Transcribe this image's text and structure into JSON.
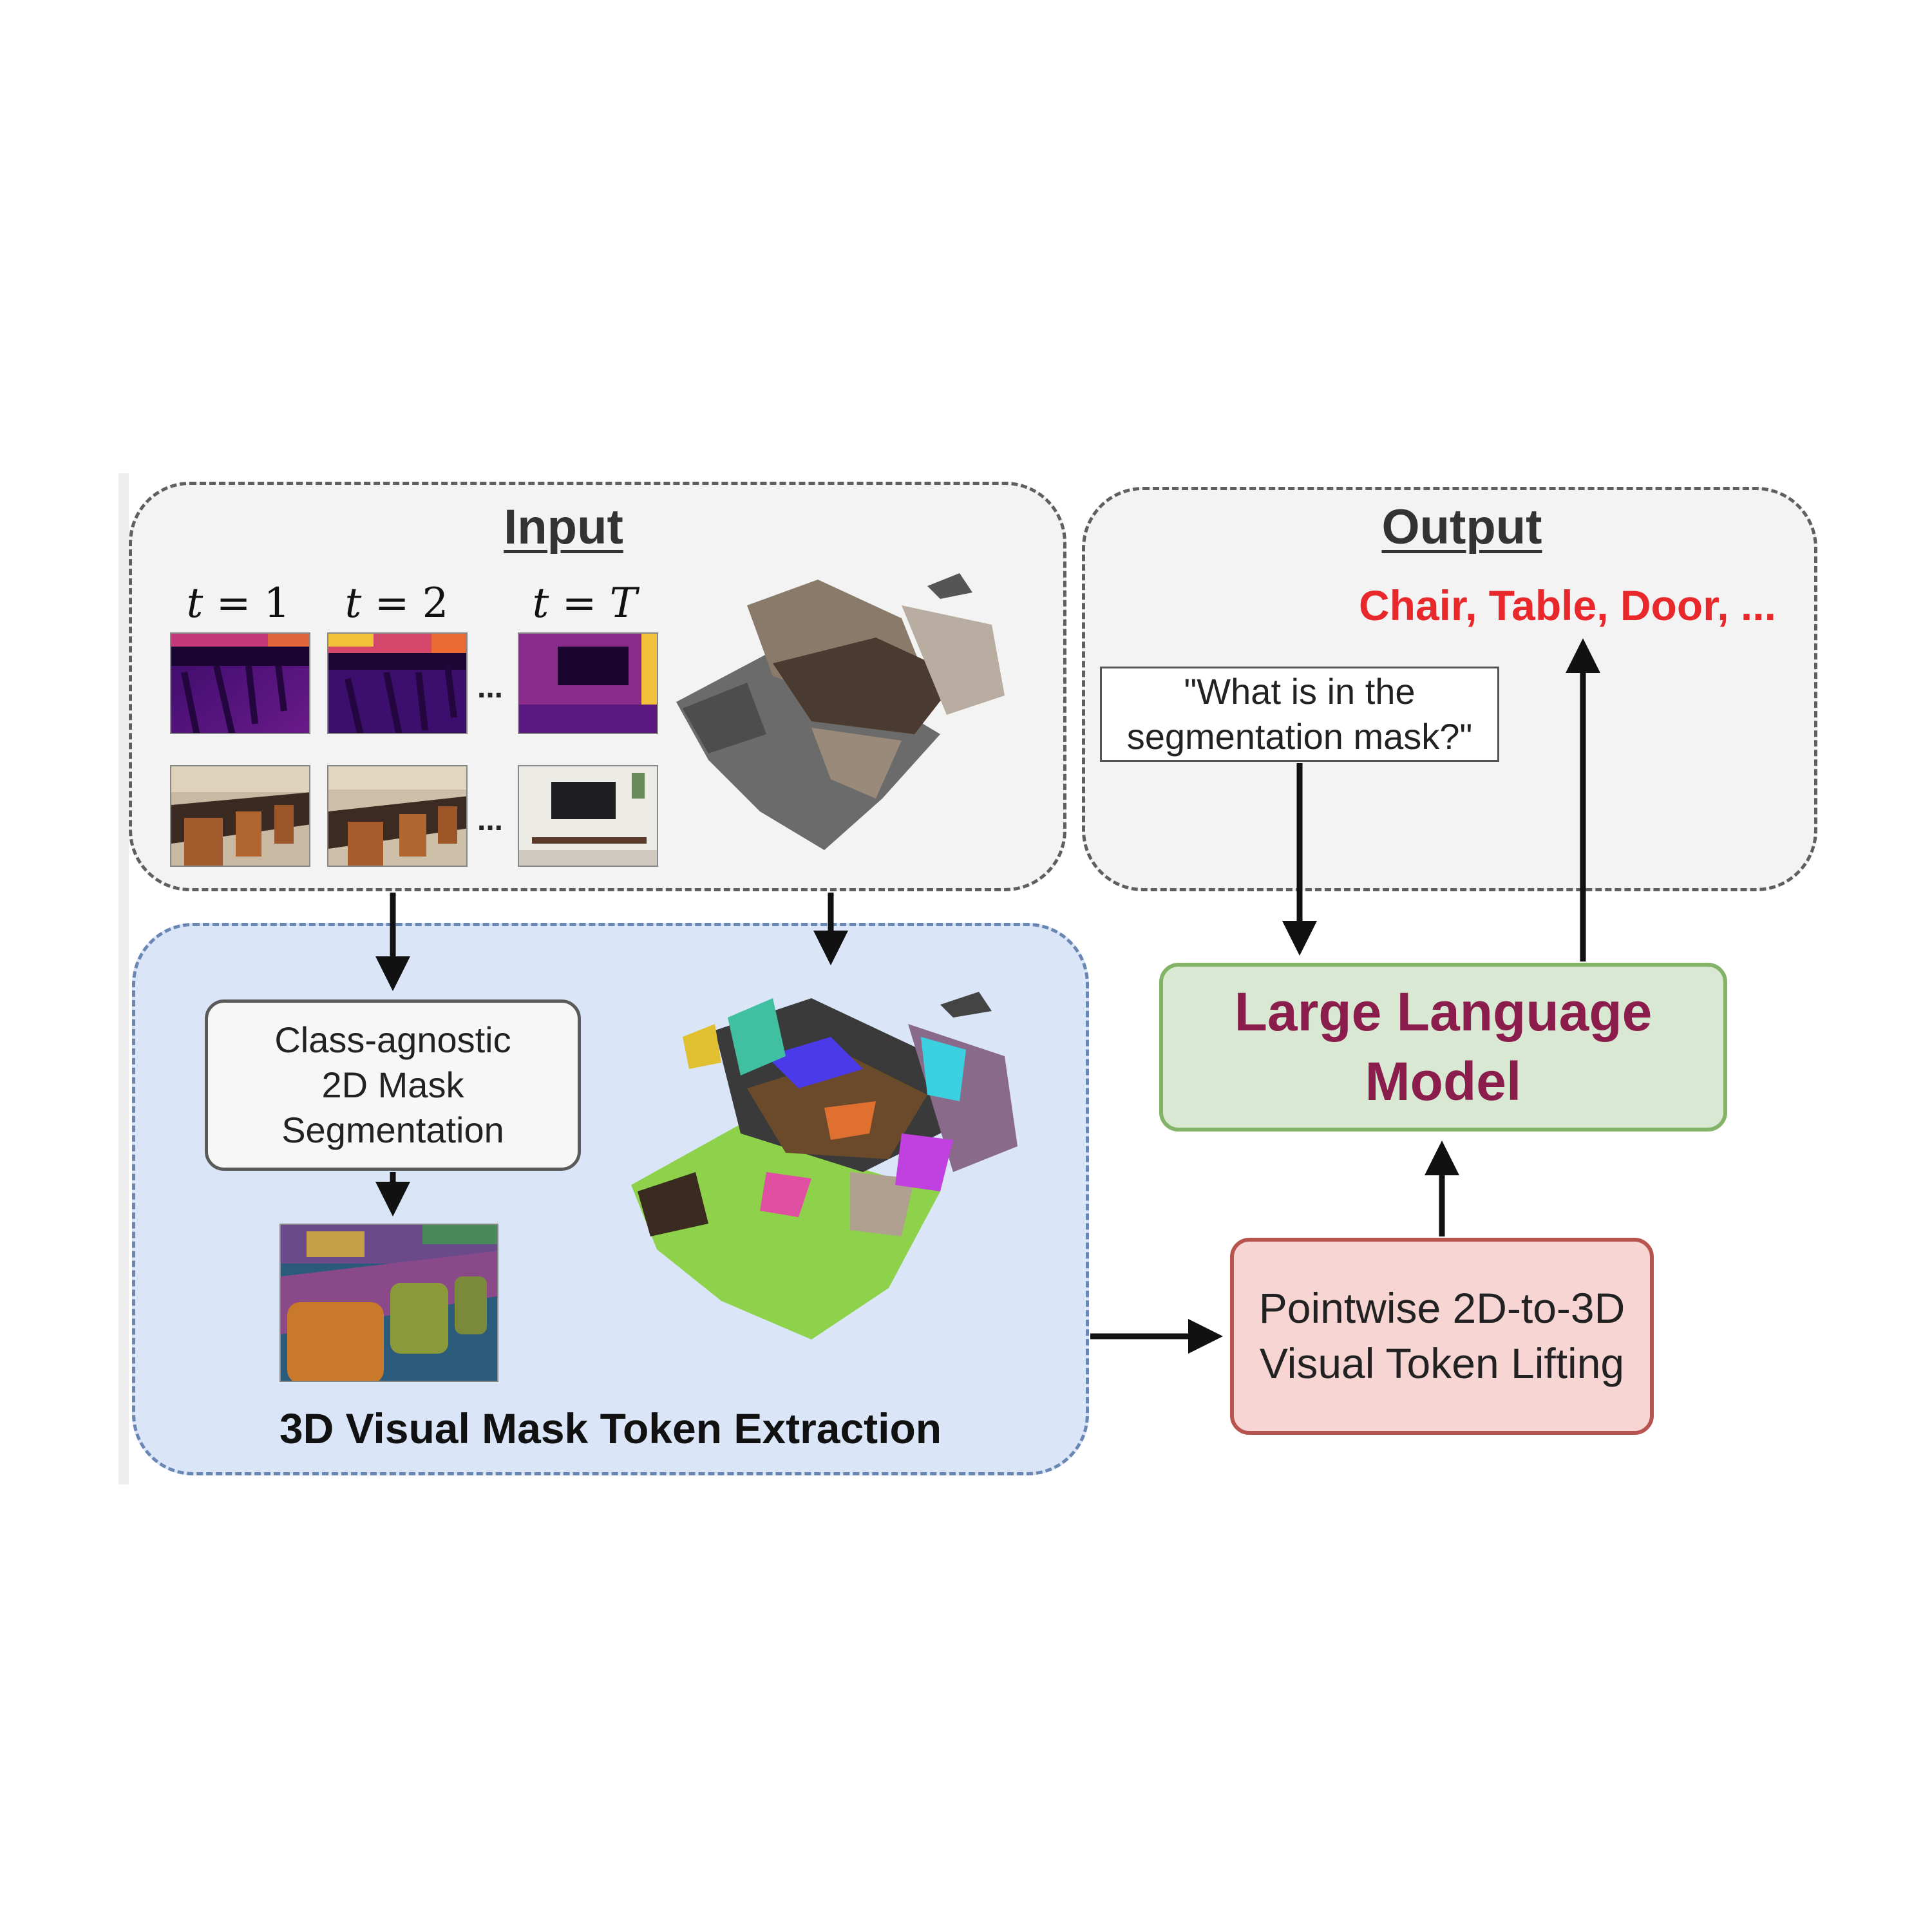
{
  "input": {
    "heading": "Input",
    "frame_labels": [
      {
        "var": "t",
        "op": "=",
        "val": "1"
      },
      {
        "var": "t",
        "op": "=",
        "val": "2"
      },
      {
        "var": "t",
        "op": "=",
        "val": "T"
      }
    ],
    "ellipsis": "..."
  },
  "output": {
    "heading": "Output",
    "answer": "Chair, Table, Door, ...",
    "question_line1": "\"What is in the",
    "question_line2": "segmentation mask?\""
  },
  "extraction": {
    "seg_line1": "Class-agnostic",
    "seg_line2": "2D Mask",
    "seg_line3": "Segmentation",
    "title": "3D Visual Mask Token Extraction"
  },
  "llm": {
    "line1": "Large Language",
    "line2": "Model"
  },
  "lifting": {
    "line1": "Pointwise 2D-to-3D",
    "line2": "Visual Token Lifting"
  },
  "colors": {
    "input_bg": "#f3f3f3",
    "extraction_bg": "#dae6f8",
    "llm_fill": "#d8e8d2",
    "llm_border": "#82b366",
    "llm_text": "#8b1d4c",
    "lifting_fill": "#f6d5d3",
    "lifting_border": "#b85450",
    "answer_text": "#e8282b"
  }
}
